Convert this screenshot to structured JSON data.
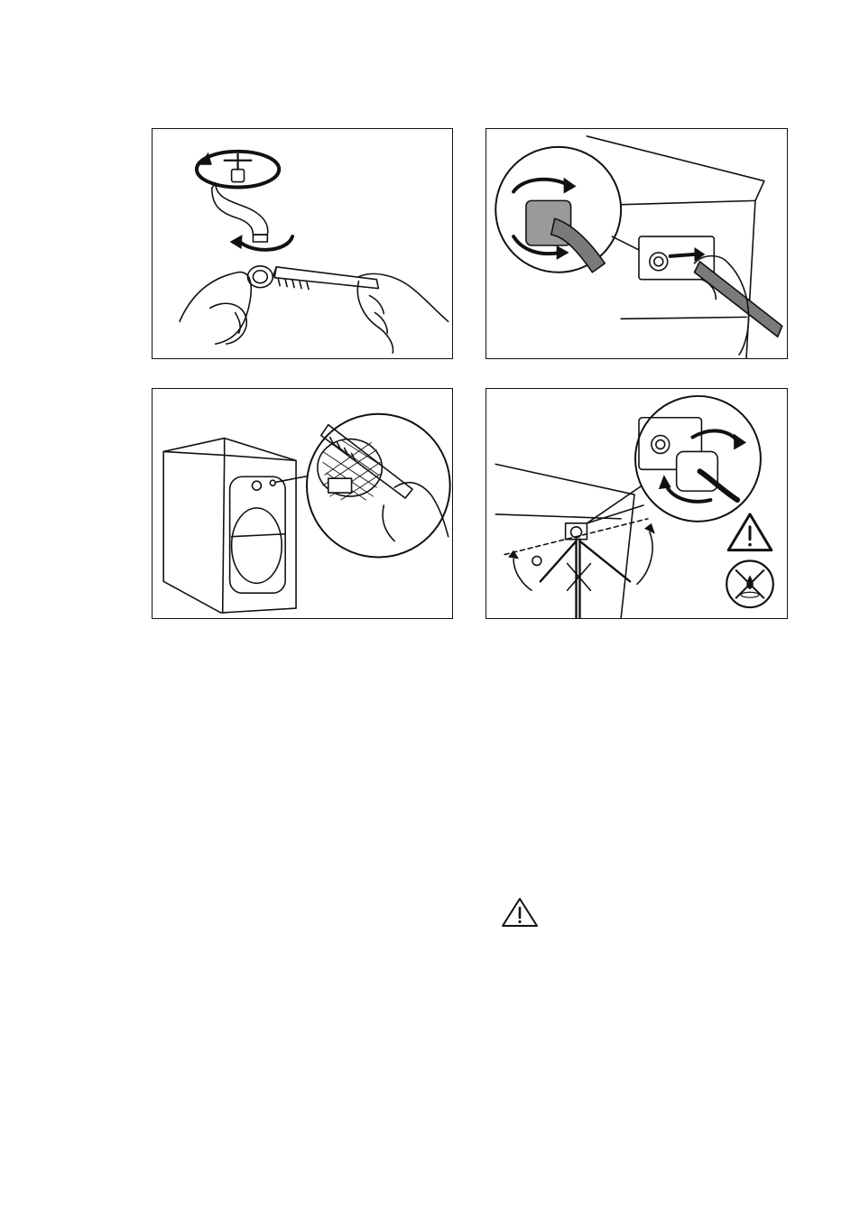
{
  "figures": [
    {
      "id": "fig-tap-aerator-cleaning",
      "icon": "tap-and-brush-illustration"
    },
    {
      "id": "fig-inlet-hose-removal",
      "icon": "hose-detach-illustration"
    },
    {
      "id": "fig-valve-filter-cleaning",
      "icon": "filter-brush-illustration"
    },
    {
      "id": "fig-hose-reconnect",
      "icon": "hose-reconnect-illustration"
    }
  ],
  "icons": {
    "warning": "warning-triangle-icon",
    "no_leak": "no-water-leak-icon"
  },
  "colors": {
    "line": "#111111",
    "hose_fill": "#7a7a7a",
    "hose_dark": "#4d4d4d",
    "paper": "#ffffff"
  }
}
